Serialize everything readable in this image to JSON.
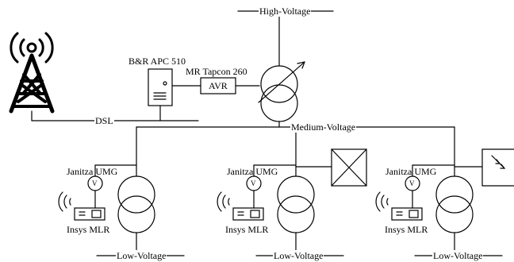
{
  "diagram": {
    "high_voltage": "High-Voltage",
    "medium_voltage": "Medium-Voltage",
    "low_voltage": "Low-Voltage",
    "dsl": "DSL",
    "controller": "B&R APC 510",
    "tap_changer": "MR Tapcon 260",
    "avr": "AVR",
    "meter_label": "Janitza UMG",
    "meter_symbol": "V",
    "router_label": "Insys MLR"
  },
  "colors": {
    "line": "#000000",
    "background": "#ffffff"
  },
  "icons": [
    "radio-tower-icon",
    "computer-icon",
    "router-icon",
    "wifi-signal-icon",
    "voltmeter-icon",
    "transformer-icon",
    "switch-box-icon",
    "inverter-box-icon"
  ]
}
